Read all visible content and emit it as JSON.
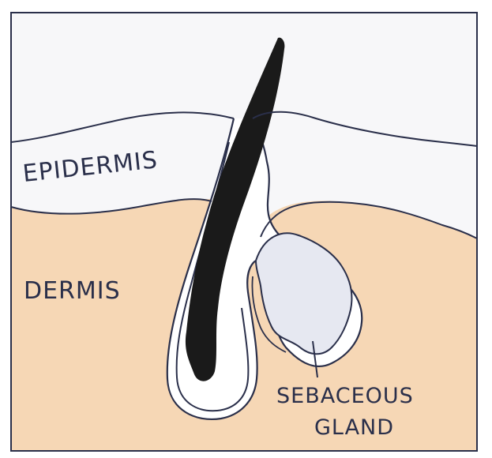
{
  "labels": {
    "epidermis": "EPIDERMIS",
    "dermis": "DERMIS",
    "gland_line1": "SEBACEOUS",
    "gland_line2": "GLAND"
  },
  "colors": {
    "paper": "#ffffff",
    "frame_fill": "#f7f7f9",
    "dermis": "#f6d7b5",
    "sheath": "#ffffff",
    "gland": "#e6e8f1",
    "hair": "#1a1a1a",
    "ink": "#2a2f4a"
  }
}
